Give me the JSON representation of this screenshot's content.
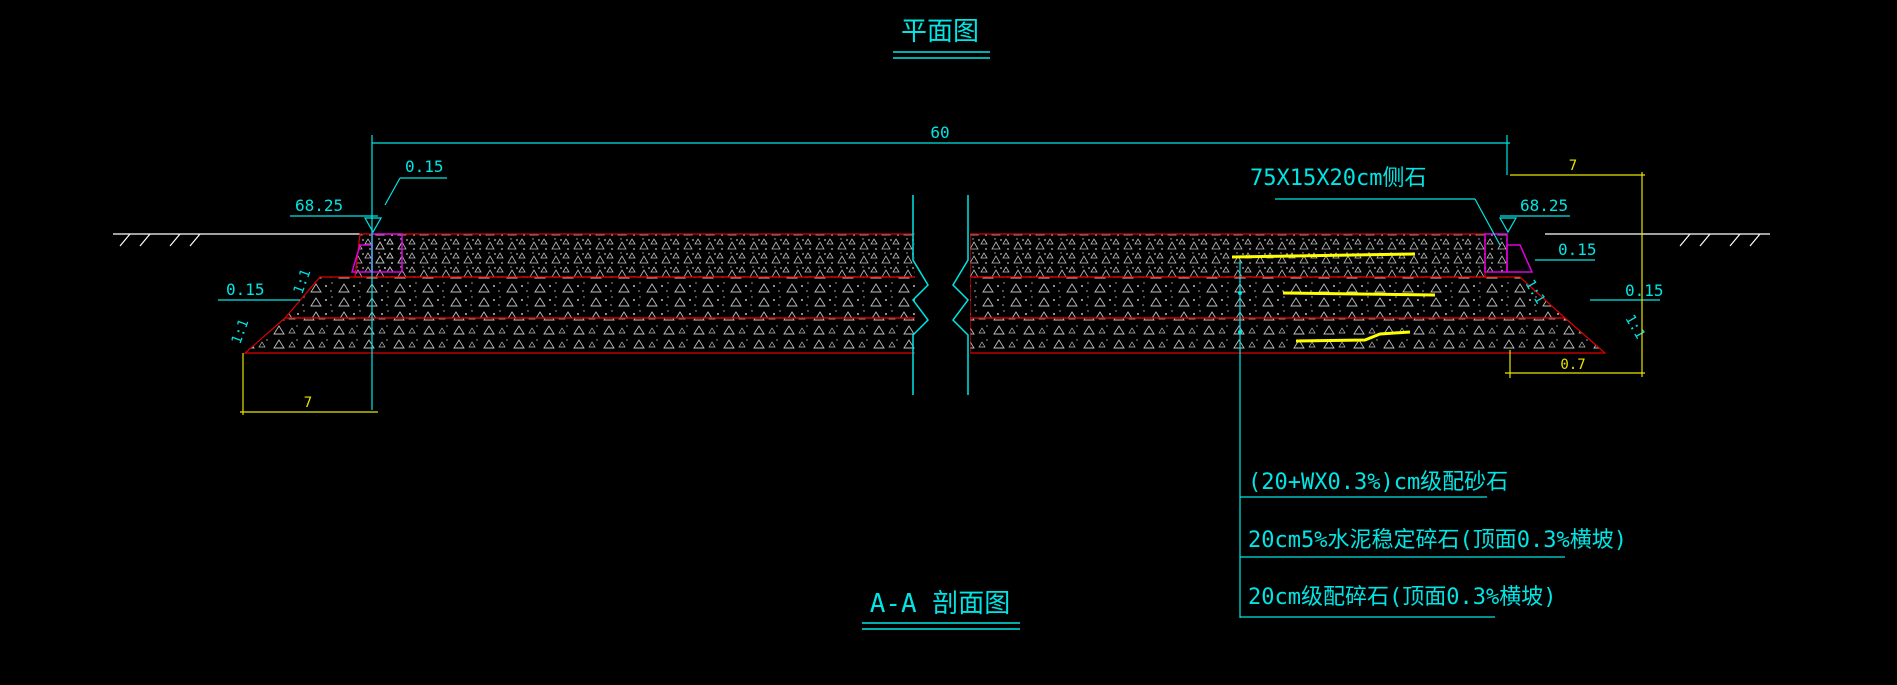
{
  "titles": {
    "plan": "平面图",
    "section": "A-A 剖面图"
  },
  "dimensions": {
    "total_width": "60",
    "right_shoulder_width": "7",
    "left_shoulder_width": "7",
    "right_bottom_offset": "0.7",
    "left_elevation": "68.25",
    "right_elevation": "68.25",
    "left_curb_offset": "0.15",
    "left_base_offset": "0.15",
    "right_curb_offset": "0.15",
    "right_base_offset": "0.15",
    "slope_ratio": "1:1"
  },
  "callouts": {
    "curb_stone": "75X15X20cm侧石",
    "layer_1": "(20+WX0.3%)cm级配砂石",
    "layer_2": "20cm5%水泥稳定碎石(顶面0.3%横坡)",
    "layer_3": "20cm级配碎石(顶面0.3%横坡)"
  },
  "colors": {
    "background": "#000000",
    "annotation": "#00e5e5",
    "dimension": "#e5e500",
    "layer_outline": "#e00000",
    "curb": "#e000e0",
    "hatch": "#bfbfbf",
    "ground": "#ffffff"
  }
}
